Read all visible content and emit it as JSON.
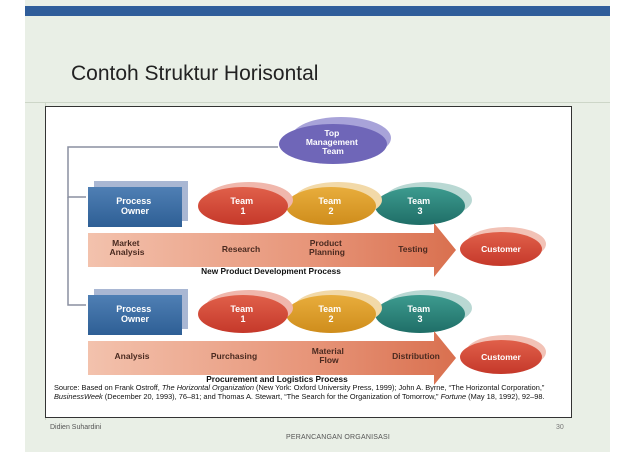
{
  "slide": {
    "title": "Contoh Struktur Horisontal",
    "footer_left": "Didien Suhardini",
    "footer_center": "PERANCANGAN ORGANISASI",
    "footer_right": "30"
  },
  "diagram": {
    "top_team": [
      "Top",
      "Management",
      "Team"
    ],
    "process_owner": [
      "Process",
      "Owner"
    ],
    "row1": {
      "teams": [
        [
          "Team",
          "1"
        ],
        [
          "Team",
          "2"
        ],
        [
          "Team",
          "3"
        ]
      ],
      "steps": [
        [
          "Market",
          "Analysis"
        ],
        [
          "Research"
        ],
        [
          "Product",
          "Planning"
        ],
        [
          "Testing"
        ]
      ],
      "customer": "Customer",
      "process_label": "New Product Development Process"
    },
    "row2": {
      "teams": [
        [
          "Team",
          "1"
        ],
        [
          "Team",
          "2"
        ],
        [
          "Team",
          "3"
        ]
      ],
      "steps": [
        [
          "Analysis"
        ],
        [
          "Purchasing"
        ],
        [
          "Material",
          "Flow"
        ],
        [
          "Distribution"
        ]
      ],
      "customer": "Customer",
      "process_label": "Procurement and Logistics Process"
    },
    "source": {
      "prefix": "Source: Based on Frank Ostroff, ",
      "book": "The Horizontal Organization",
      "mid1": " (New York: Oxford University Press, 1999); John A. Byrne, “The Horizontal Corporation,” ",
      "mag1": "BusinessWeek",
      "mid2": " (December 20, 1993), 76–81; and Thomas A. Stewart, “The Search for the Organization of Tomorrow,” ",
      "mag2": "Fortune",
      "end": " (May 18, 1992), 92–98."
    }
  }
}
